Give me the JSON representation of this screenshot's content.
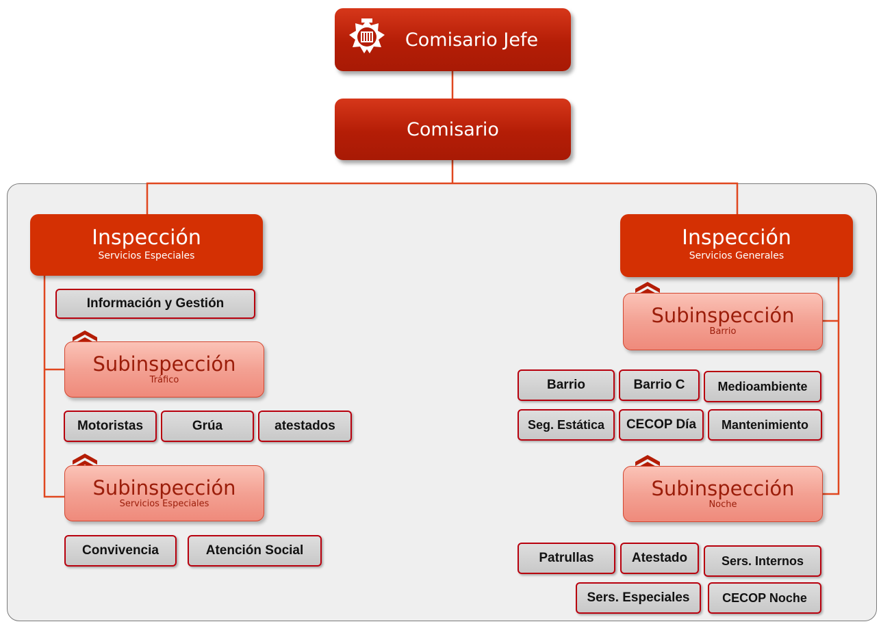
{
  "top": {
    "jefe": "Comisario Jefe",
    "comisario": "Comisario"
  },
  "left": {
    "inspeccion": {
      "title": "Inspección",
      "subtitle": "Servicios Especiales"
    },
    "info_gestion": "Información y Gestión",
    "sub_trafico": {
      "title": "Subinspección",
      "subtitle": "Tráfico"
    },
    "trafico_units": [
      "Motoristas",
      "Grúa",
      "atestados"
    ],
    "sub_servicios": {
      "title": "Subinspección",
      "subtitle": "Servicios Especiales"
    },
    "servicios_units": [
      "Convivencia",
      "Atención Social"
    ]
  },
  "right": {
    "inspeccion": {
      "title": "Inspección",
      "subtitle": "Servicios Generales"
    },
    "sub_barrio": {
      "title": "Subinspección",
      "subtitle": "Barrio"
    },
    "barrio_units": [
      "Barrio",
      "Barrio C",
      "Medioambiente",
      "Seg. Estática",
      "CECOP Día",
      "Mantenimiento"
    ],
    "sub_noche": {
      "title": "Subinspección",
      "subtitle": "Noche"
    },
    "noche_units": [
      "Patrullas",
      "Atestado",
      "Sers. Internos",
      "Sers. Especiales",
      "CECOP Noche"
    ]
  },
  "colors": {
    "dark_red": "#b41d06",
    "orange_red": "#d43003",
    "salmon": "#f3a193",
    "connector": "#e0471f",
    "tag_border": "#b8000d"
  },
  "icons": [
    "police-badge-icon",
    "rank-chevron-icon"
  ]
}
